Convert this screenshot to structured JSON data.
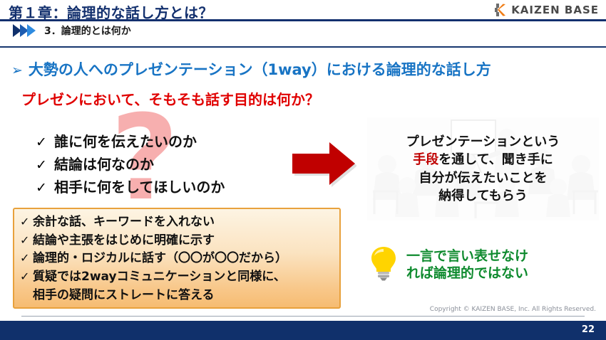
{
  "header": {
    "chapter_title": "第１章：論理的な話し方とは？",
    "section_number_label": "3．論理的とは何か",
    "logo_text": "KAIZEN BASE"
  },
  "main": {
    "lead_bullet": "➢",
    "lead_heading": "大勢の人へのプレゼンテーション（1way）における論理的な話し方",
    "sub_heading": "プレゼンにおいて、そもそも話す目的は何か？",
    "watermark": "?",
    "check_mark": "✓",
    "checklist": [
      "誰に何を伝えたいのか",
      "結論は何なのか",
      "相手に何をしてほしいのか"
    ],
    "arrow_color": "#C00000",
    "photo_caption": {
      "line1": "プレゼンテーションという",
      "line2_red": "手段",
      "line2_rest": "を通して、聞き手に",
      "line3": "自分が伝えたいことを",
      "line4_red": "納得してもらう"
    },
    "orange_box": {
      "items": [
        "余計な話、キーワードを入れない",
        "結論や主張をはじめに明確に示す",
        "論理的・ロジカルに話す（〇〇が〇〇だから）",
        "質疑では2wayコミュニケーションと同様に、"
      ],
      "continuation": "相手の疑問にストレートに答える"
    },
    "bulb_note": {
      "line1": "一言で言い表せなけ",
      "line2": "れば論理的ではない"
    }
  },
  "footer": {
    "copyright": "Copyright ©  KAIZEN BASE, Inc.  All Rights Reserved.",
    "page_number": "22"
  },
  "colors": {
    "navy": "#10306B",
    "heading_blue": "#1874C4",
    "red": "#C00000",
    "subhead_red": "#E00000",
    "green": "#0E8A2E",
    "orange_border": "#E8A13C",
    "pink_watermark": "#F7AFAF"
  }
}
